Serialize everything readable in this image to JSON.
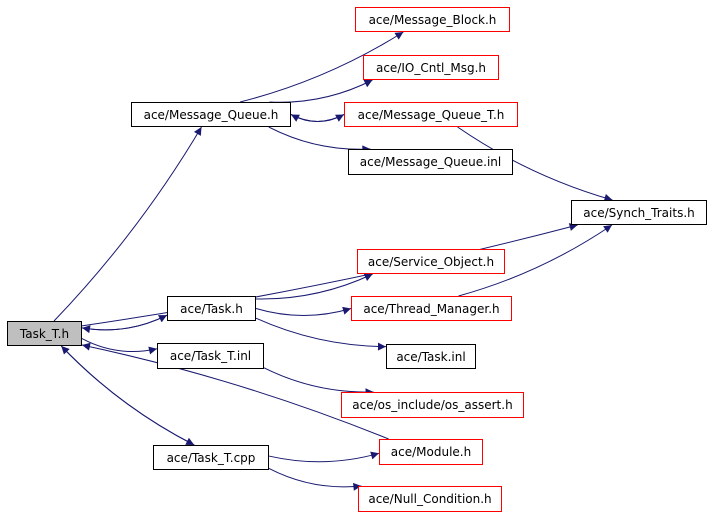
{
  "colors": {
    "edge": "#191970",
    "linked_border": "#000000",
    "incomplete_border": "#ff0000",
    "root_fill": "#bfbfbf"
  },
  "nodes": {
    "task_t_h": "Task_T.h",
    "message_queue_h": "ace/Message_Queue.h",
    "message_block_h": "ace/Message_Block.h",
    "io_cntl_msg_h": "ace/IO_Cntl_Msg.h",
    "message_queue_t_h": "ace/Message_Queue_T.h",
    "message_queue_inl": "ace/Message_Queue.inl",
    "synch_traits_h": "ace/Synch_Traits.h",
    "service_object_h": "ace/Service_Object.h",
    "task_h": "ace/Task.h",
    "thread_manager_h": "ace/Thread_Manager.h",
    "task_inl": "ace/Task.inl",
    "task_t_inl": "ace/Task_T.inl",
    "os_assert_h": "ace/os_include/os_assert.h",
    "task_t_cpp": "ace/Task_T.cpp",
    "module_h": "ace/Module.h",
    "null_condition_h": "ace/Null_Condition.h"
  },
  "edges": [
    [
      "task_t_h",
      "message_queue_h"
    ],
    [
      "message_queue_h",
      "message_block_h"
    ],
    [
      "message_queue_h",
      "io_cntl_msg_h"
    ],
    [
      "message_queue_h",
      "message_queue_t_h"
    ],
    [
      "message_queue_t_h",
      "message_queue_h"
    ],
    [
      "message_queue_h",
      "message_queue_inl"
    ],
    [
      "message_queue_t_h",
      "synch_traits_h"
    ],
    [
      "task_t_h",
      "synch_traits_h"
    ],
    [
      "task_t_h",
      "task_h"
    ],
    [
      "task_h",
      "task_t_h"
    ],
    [
      "task_h",
      "service_object_h"
    ],
    [
      "task_h",
      "thread_manager_h"
    ],
    [
      "thread_manager_h",
      "synch_traits_h"
    ],
    [
      "task_h",
      "task_inl"
    ],
    [
      "task_t_h",
      "task_t_inl"
    ],
    [
      "task_t_inl",
      "os_assert_h"
    ],
    [
      "task_t_h",
      "task_t_cpp"
    ],
    [
      "task_t_cpp",
      "task_t_h"
    ],
    [
      "module_h",
      "task_t_h"
    ],
    [
      "task_t_cpp",
      "module_h"
    ],
    [
      "task_t_cpp",
      "null_condition_h"
    ]
  ]
}
